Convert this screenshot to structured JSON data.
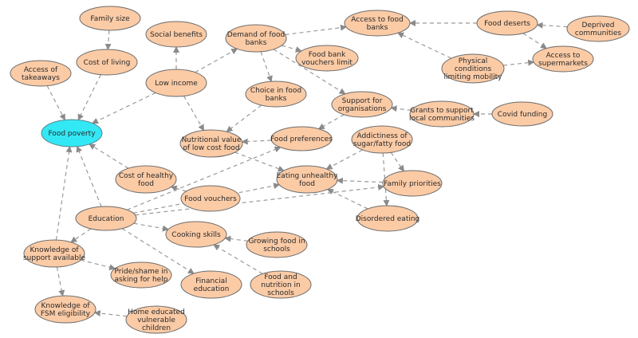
{
  "nodes": [
    {
      "id": "food-poverty",
      "lines": [
        "Food poverty"
      ],
      "central": true
    },
    {
      "id": "family-size",
      "lines": [
        "Family size"
      ]
    },
    {
      "id": "cost-of-living",
      "lines": [
        "Cost of living"
      ]
    },
    {
      "id": "access-takeaways",
      "lines": [
        "Access of",
        "takeaways"
      ]
    },
    {
      "id": "social-benefits",
      "lines": [
        "Social benefits"
      ]
    },
    {
      "id": "low-income",
      "lines": [
        "Low income"
      ]
    },
    {
      "id": "demand-food-banks",
      "lines": [
        "Demand of food",
        "banks"
      ]
    },
    {
      "id": "access-food-banks",
      "lines": [
        "Access to food",
        "banks"
      ]
    },
    {
      "id": "food-deserts",
      "lines": [
        "Food deserts"
      ]
    },
    {
      "id": "deprived-communities",
      "lines": [
        "Deprived",
        "communities"
      ]
    },
    {
      "id": "access-supermarkets",
      "lines": [
        "Access to",
        "supermarkets"
      ]
    },
    {
      "id": "physical-conditions",
      "lines": [
        "Physical",
        "conditions",
        "limiting mobility"
      ]
    },
    {
      "id": "vouchers-limit",
      "lines": [
        "Food bank",
        "vouchers limit"
      ]
    },
    {
      "id": "choice-food-banks",
      "lines": [
        "Choice in food",
        "banks"
      ]
    },
    {
      "id": "support-organisations",
      "lines": [
        "Support for",
        "organisations"
      ]
    },
    {
      "id": "grants-communities",
      "lines": [
        "Grants to support",
        "local communities"
      ]
    },
    {
      "id": "covid-funding",
      "lines": [
        "Covid funding"
      ]
    },
    {
      "id": "nutritional-value",
      "lines": [
        "Nutritional value",
        "of low cost food"
      ]
    },
    {
      "id": "food-preferences",
      "lines": [
        "Food preferences"
      ]
    },
    {
      "id": "addictiveness",
      "lines": [
        "Addictiness of",
        "sugar/fatty food"
      ]
    },
    {
      "id": "cost-healthy-food",
      "lines": [
        "Cost of healthy",
        "food"
      ]
    },
    {
      "id": "eating-unhealthy",
      "lines": [
        "Eating unhealthy",
        "food"
      ]
    },
    {
      "id": "family-priorities",
      "lines": [
        "Family priorities"
      ]
    },
    {
      "id": "food-vouchers",
      "lines": [
        "Food vouchers"
      ]
    },
    {
      "id": "education",
      "lines": [
        "Education"
      ]
    },
    {
      "id": "disordered-eating",
      "lines": [
        "Disordered eating"
      ]
    },
    {
      "id": "cooking-skills",
      "lines": [
        "Cooking skills"
      ]
    },
    {
      "id": "growing-food",
      "lines": [
        "Growing food in",
        "schools"
      ]
    },
    {
      "id": "knowledge-support",
      "lines": [
        "Knowledge of",
        "support available"
      ]
    },
    {
      "id": "pride-shame",
      "lines": [
        "Pride/shame in",
        "asking for help"
      ]
    },
    {
      "id": "financial-education",
      "lines": [
        "Financial",
        "education"
      ]
    },
    {
      "id": "food-nutrition-schools",
      "lines": [
        "Food and",
        "nutrition in",
        "schools"
      ]
    },
    {
      "id": "knowledge-fsm",
      "lines": [
        "Knowledge of",
        "FSM eligibility"
      ]
    },
    {
      "id": "home-educated",
      "lines": [
        "Home educated",
        "vulnerable",
        "children"
      ]
    }
  ],
  "edges": [
    [
      "family-size",
      "cost-of-living"
    ],
    [
      "cost-of-living",
      "food-poverty"
    ],
    [
      "access-takeaways",
      "food-poverty"
    ],
    [
      "low-income",
      "food-poverty"
    ],
    [
      "low-income",
      "social-benefits"
    ],
    [
      "low-income",
      "demand-food-banks"
    ],
    [
      "low-income",
      "nutritional-value"
    ],
    [
      "demand-food-banks",
      "access-food-banks"
    ],
    [
      "food-deserts",
      "access-food-banks"
    ],
    [
      "deprived-communities",
      "food-deserts"
    ],
    [
      "food-deserts",
      "access-supermarkets"
    ],
    [
      "physical-conditions",
      "access-food-banks"
    ],
    [
      "physical-conditions",
      "access-supermarkets"
    ],
    [
      "demand-food-banks",
      "vouchers-limit"
    ],
    [
      "demand-food-banks",
      "choice-food-banks"
    ],
    [
      "demand-food-banks",
      "support-organisations"
    ],
    [
      "choice-food-banks",
      "nutritional-value"
    ],
    [
      "grants-communities",
      "support-organisations"
    ],
    [
      "covid-funding",
      "grants-communities"
    ],
    [
      "food-preferences",
      "nutritional-value"
    ],
    [
      "support-organisations",
      "food-preferences"
    ],
    [
      "nutritional-value",
      "eating-unhealthy"
    ],
    [
      "addictiveness",
      "eating-unhealthy"
    ],
    [
      "addictiveness",
      "family-priorities"
    ],
    [
      "addictiveness",
      "disordered-eating"
    ],
    [
      "family-priorities",
      "eating-unhealthy"
    ],
    [
      "disordered-eating",
      "eating-unhealthy"
    ],
    [
      "cost-healthy-food",
      "food-poverty"
    ],
    [
      "food-vouchers",
      "cost-healthy-food"
    ],
    [
      "education",
      "food-poverty"
    ],
    [
      "education",
      "food-preferences"
    ],
    [
      "education",
      "eating-unhealthy"
    ],
    [
      "education",
      "family-priorities"
    ],
    [
      "education",
      "cooking-skills"
    ],
    [
      "education",
      "financial-education"
    ],
    [
      "education",
      "knowledge-support"
    ],
    [
      "growing-food",
      "cooking-skills"
    ],
    [
      "food-nutrition-schools",
      "cooking-skills"
    ],
    [
      "knowledge-support",
      "food-poverty"
    ],
    [
      "knowledge-support",
      "pride-shame"
    ],
    [
      "knowledge-support",
      "knowledge-fsm"
    ],
    [
      "home-educated",
      "knowledge-fsm"
    ]
  ]
}
